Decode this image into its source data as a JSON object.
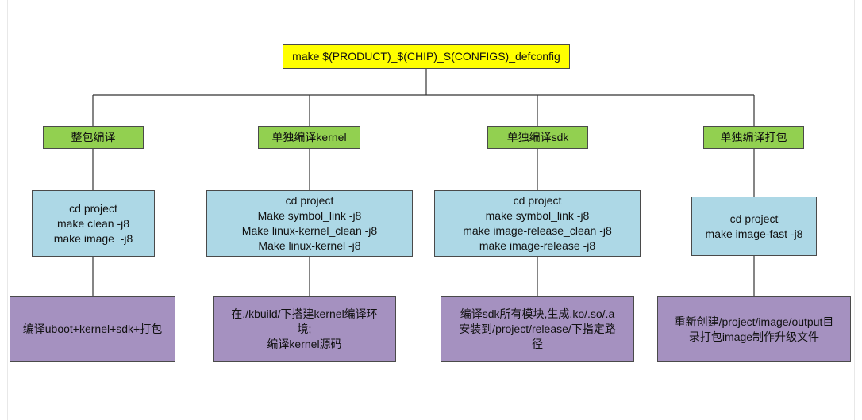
{
  "colors": {
    "root_fill": "#ffff00",
    "branch_fill": "#92d050",
    "command_fill": "#add8e6",
    "description_fill": "#a591c0",
    "connector": "#333333"
  },
  "root": {
    "label": "make $(PRODUCT)_$(CHIP)_S(CONFIGS)_defconfig"
  },
  "branches": [
    {
      "label": "整包编译",
      "commands": [
        "cd project",
        "make clean -j8",
        "make image  -j8"
      ],
      "description": [
        "编译uboot+kernel+sdk+打包"
      ]
    },
    {
      "label": "单独编译kernel",
      "commands": [
        "cd project",
        "Make symbol_link -j8",
        "Make linux-kernel_clean -j8",
        "Make linux-kernel -j8"
      ],
      "description": [
        "在./kbuild/下搭建kernel编译环",
        "境;",
        "编译kernel源码"
      ]
    },
    {
      "label": "单独编译sdk",
      "commands": [
        "cd project",
        "make symbol_link -j8",
        "make image-release_clean -j8",
        "make image-release -j8"
      ],
      "description": [
        "编译sdk所有模块,生成.ko/.so/.a",
        "安装到/project/release/下指定路",
        "径"
      ]
    },
    {
      "label": "单独编译打包",
      "commands": [
        "cd project",
        "make image-fast -j8"
      ],
      "description": [
        "重新创建/project/image/output目",
        "录打包image制作升级文件"
      ]
    }
  ]
}
